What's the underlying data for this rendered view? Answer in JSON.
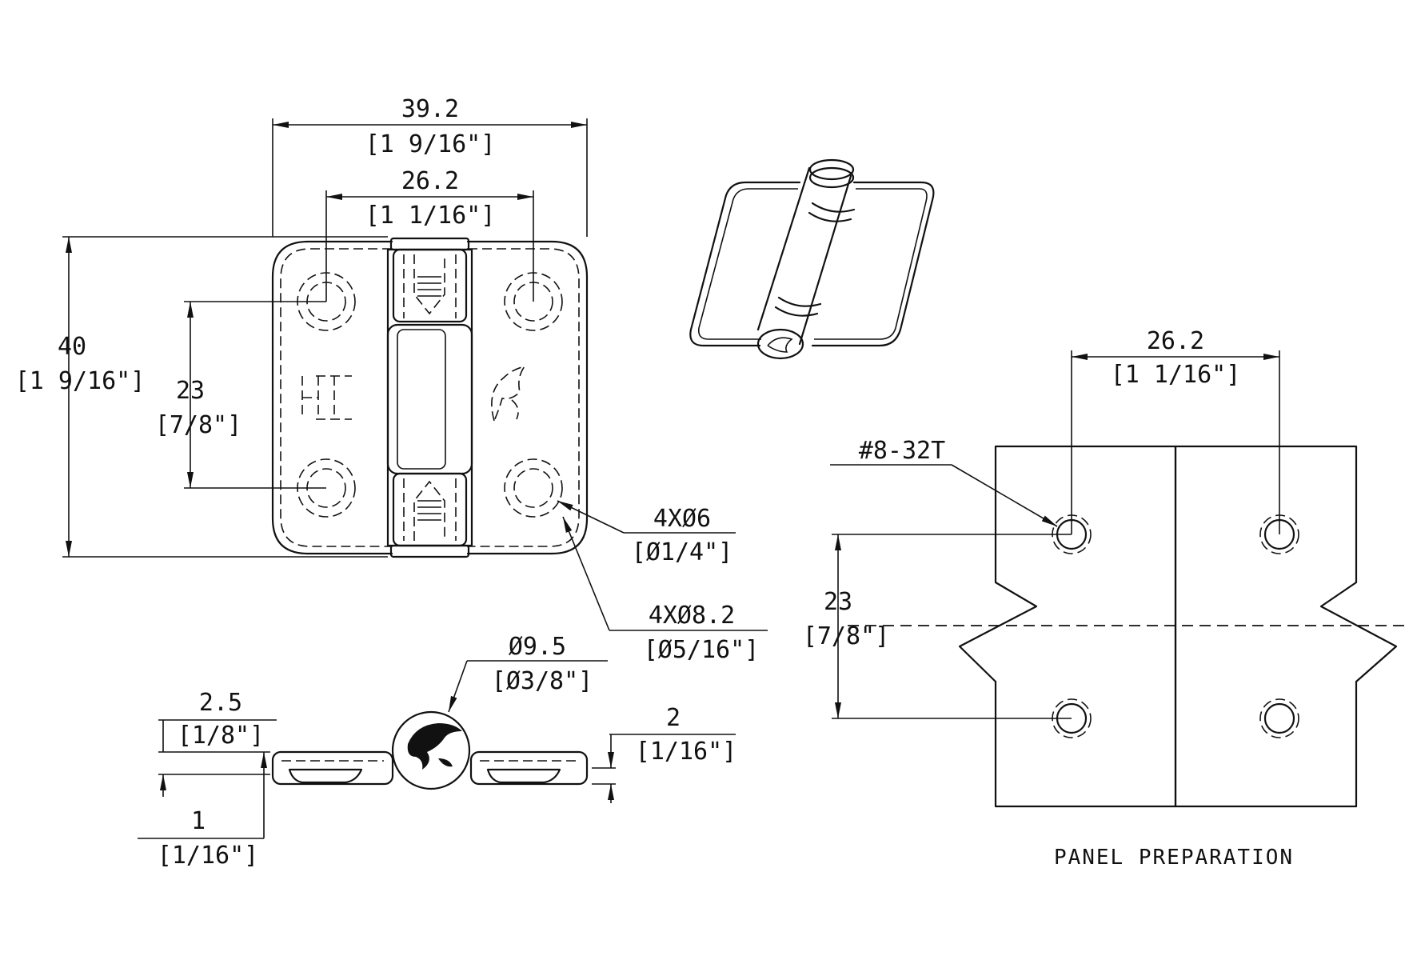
{
  "front_view": {
    "overall_width": {
      "value": "39.2",
      "inch": "[1 9/16\"]"
    },
    "hole_spacing_h": {
      "value": "26.2",
      "inch": "[1 1/16\"]"
    },
    "overall_height": {
      "value": "40",
      "inch": "[1 9/16\"]"
    },
    "hole_spacing_v": {
      "value": "23",
      "inch": "[7/8\"]"
    },
    "hole_dia": {
      "value": "4XØ6",
      "inch": "[Ø1/4\"]"
    },
    "boss_dia": {
      "value": "4XØ8.2",
      "inch": "[Ø5/16\"]"
    }
  },
  "side_view": {
    "knuckle_dia": {
      "value": "Ø9.5",
      "inch": "[Ø3/8\"]"
    },
    "leaf_thickness": {
      "value": "2.5",
      "inch": "[1/8\"]"
    },
    "plate_thickness": {
      "value": "2",
      "inch": "[1/16\"]"
    },
    "gap": {
      "value": "1",
      "inch": "[1/16\"]"
    }
  },
  "panel": {
    "hole_spacing_h": {
      "value": "26.2",
      "inch": "[1 1/16\"]"
    },
    "thread": "#8-32T",
    "hole_spacing_v": {
      "value": "23",
      "inch": "[7/8\"]"
    },
    "caption": "PANEL PREPARATION"
  }
}
